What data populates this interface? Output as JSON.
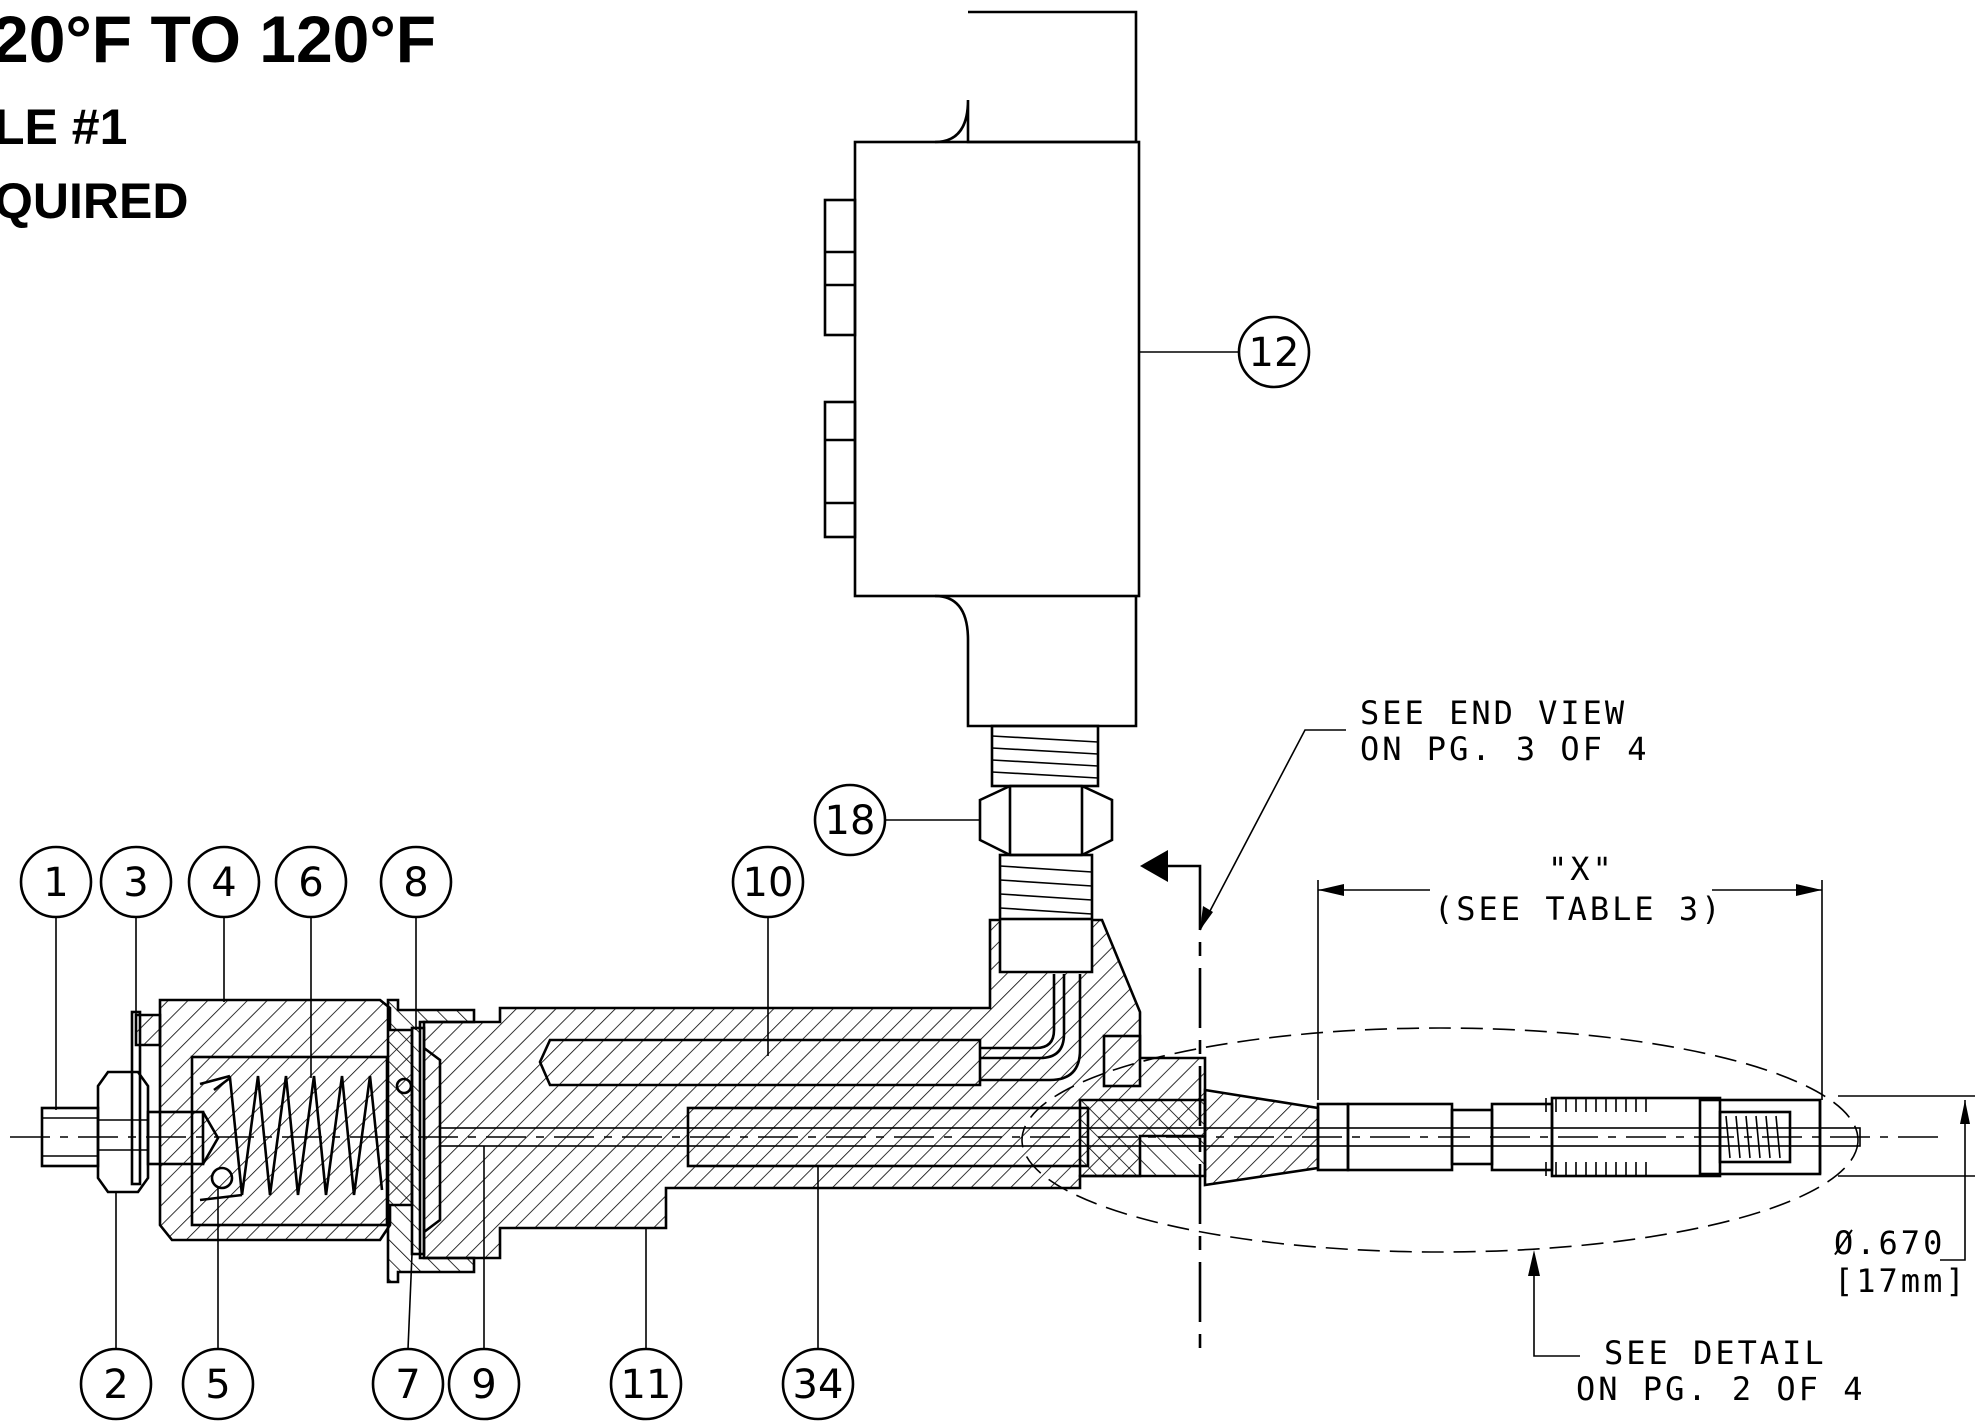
{
  "headings": {
    "line1": "20°F TO 120°F",
    "line2": "LE #1",
    "line3": "QUIRED"
  },
  "notes": {
    "end_view_1": "SEE END VIEW",
    "end_view_2": "ON PG. 3 OF 4",
    "dim_x_1": "\"X\"",
    "dim_x_2": "(SEE TABLE 3)",
    "diameter_1": "Ø.670",
    "diameter_2": "[17mm]",
    "detail_1": "SEE DETAIL",
    "detail_2": "ON PG. 2 OF 4"
  },
  "balloons": {
    "b1": "1",
    "b2": "2",
    "b3": "3",
    "b4": "4",
    "b5": "5",
    "b6": "6",
    "b7": "7",
    "b8": "8",
    "b9": "9",
    "b10": "10",
    "b11": "11",
    "b12": "12",
    "b18": "18",
    "b34": "34"
  },
  "colors": {
    "ink": "#000000",
    "paper": "#ffffff"
  }
}
